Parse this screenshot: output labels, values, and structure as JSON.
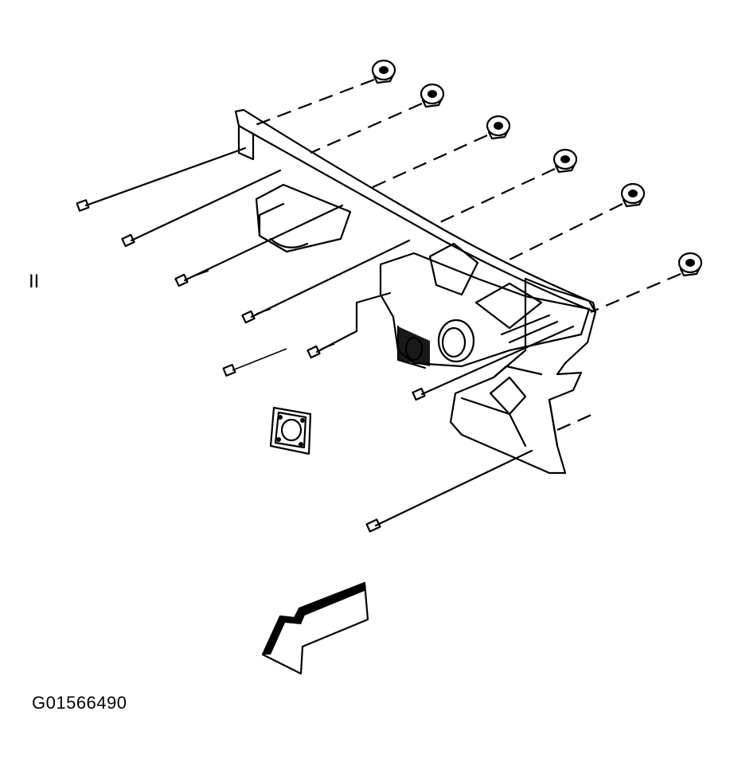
{
  "figure": {
    "reference_code": "G01566490",
    "side_mark": "II"
  },
  "parts": {
    "nuts": [
      "nut-1",
      "nut-2",
      "nut-3",
      "nut-4",
      "nut-5",
      "nut-6"
    ],
    "bolts": [
      "bolt-1",
      "bolt-2",
      "bolt-3",
      "bolt-4",
      "bolt-5",
      "bolt-6",
      "bolt-7",
      "bolt-8"
    ]
  },
  "direction_arrow": {
    "meaning": "front-of-vehicle"
  }
}
